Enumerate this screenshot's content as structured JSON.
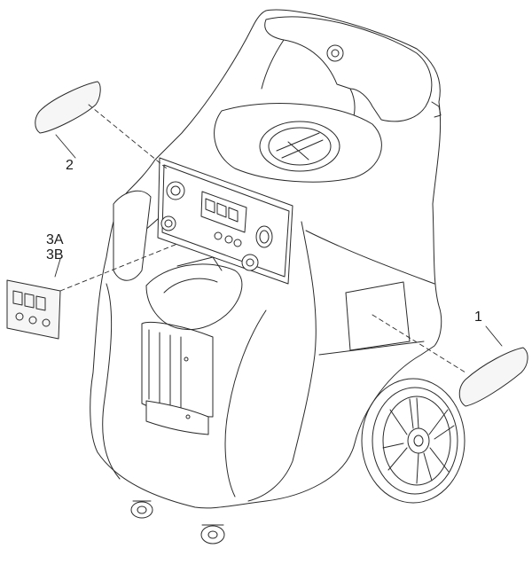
{
  "callouts": [
    {
      "id": "1",
      "label": "1"
    },
    {
      "id": "2",
      "label": "2"
    },
    {
      "id": "3A",
      "label": "3A"
    },
    {
      "id": "3B",
      "label": "3B"
    }
  ],
  "colors": {
    "line": "#2a2a2a",
    "light_line": "#7a7a7a",
    "fill": "#ffffff",
    "decal_fill": "#f6f6f6"
  }
}
